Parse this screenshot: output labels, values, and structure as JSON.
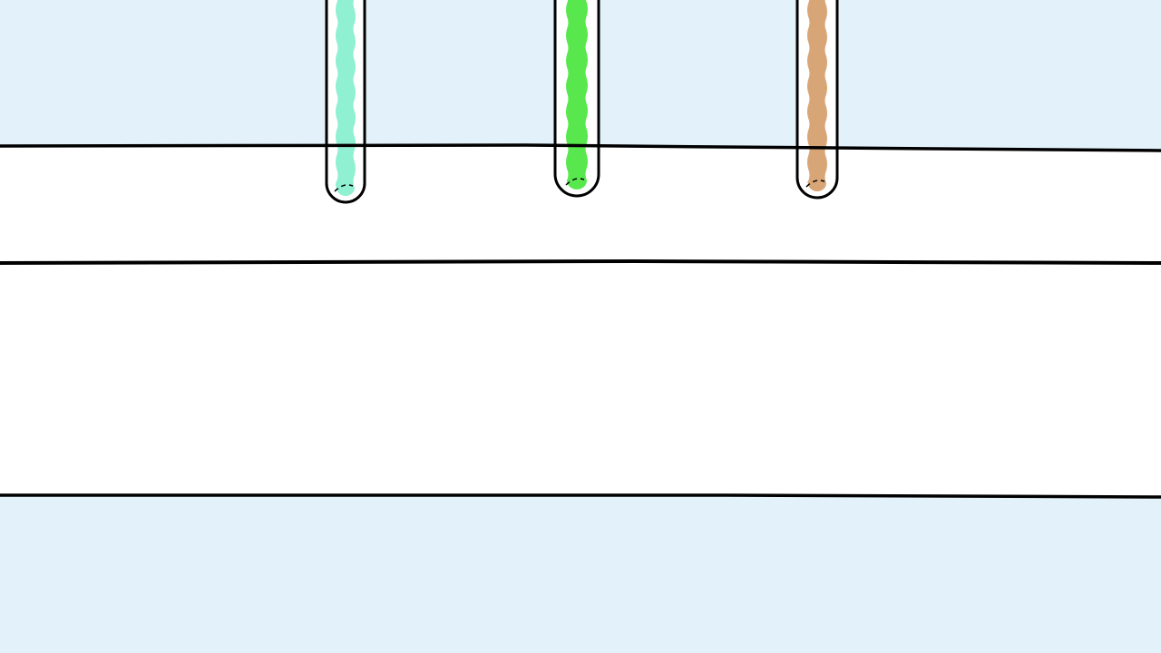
{
  "colors": {
    "background": "#e3f2fa",
    "shelf": "#ffffff",
    "outline": "#000000"
  },
  "tubes": [
    {
      "name": "tube-aqua",
      "liquid_color": "#8ff0d2",
      "fill_level": 1.0
    },
    {
      "name": "tube-green",
      "liquid_color": "#58e84e",
      "fill_level": 1.0
    },
    {
      "name": "tube-tan",
      "liquid_color": "#d8a676",
      "fill_level": 1.0
    }
  ]
}
